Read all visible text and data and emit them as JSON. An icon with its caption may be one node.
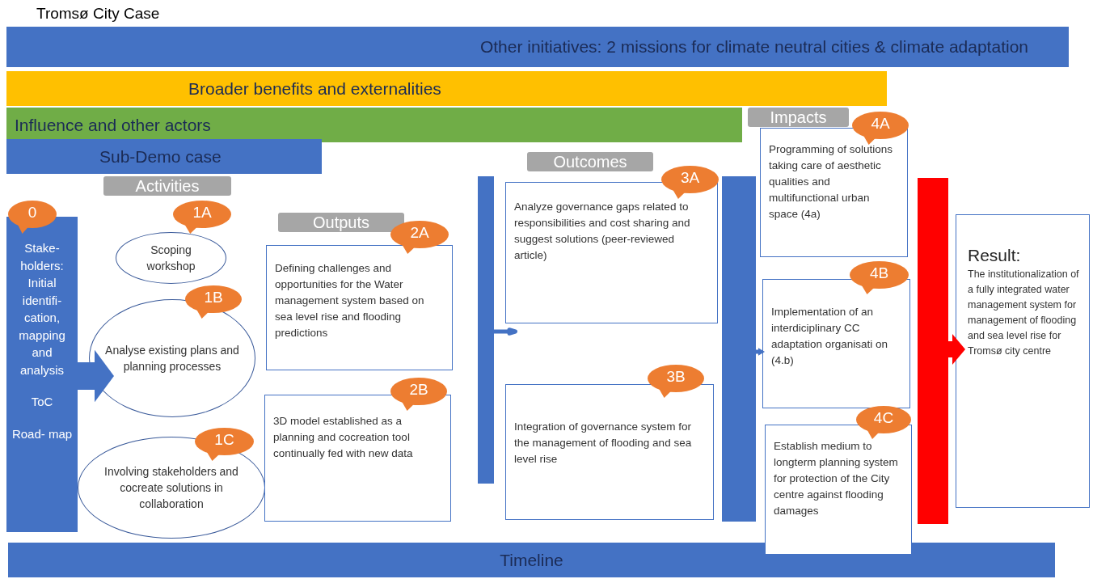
{
  "diagram": {
    "title": "Tromsø City Case",
    "nodes": [
      {
        "text": [
          "Other initiatives: 2 missions for climate neutral cities & climate adaptation"
        ]
      },
      {
        "text": [
          "Broader benefits and externalities"
        ]
      },
      {
        "text": [
          "Influence and other actors"
        ]
      },
      {
        "text": [
          "Sub-Demo case"
        ]
      },
      {
        "text": [
          "Activities"
        ]
      },
      {
        "text": [
          "Outputs"
        ]
      },
      {
        "text": [
          "Outcomes"
        ]
      },
      {
        "text": [
          "Impacts"
        ]
      },
      {
        "text": [
          "0"
        ]
      },
      {
        "text": [
          "Stake- holders: Initial identifi- cation, mapping and analysis",
          "ToC",
          "Road- map"
        ]
      },
      {
        "text": [
          "1A"
        ]
      },
      {
        "text": [
          "Scoping workshop"
        ]
      },
      {
        "text": [
          "1B"
        ]
      },
      {
        "text": [
          "Analyse existing plans and planning processes"
        ]
      },
      {
        "text": [
          "1C"
        ]
      },
      {
        "text": [
          "Involving stakeholders and cocreate solutions in collaboration"
        ]
      },
      {
        "text": [
          "2A"
        ]
      },
      {
        "text": [
          "Defining challenges and opportunities for the Water management system based on sea level rise and flooding predictions"
        ]
      },
      {
        "text": [
          "2B"
        ]
      },
      {
        "text": [
          "3D model  established as a planning and cocreation tool  continually fed with new data"
        ]
      },
      {
        "text": [],
        "shape": "bar"
      },
      {
        "text": [
          "3A"
        ]
      },
      {
        "text": [
          "Analyze governance gaps related to responsibilities and cost sharing and suggest solutions (peer-reviewed article)"
        ]
      },
      {
        "text": [
          "3B"
        ]
      },
      {
        "text": [
          "Integration of governance system for the management of flooding and sea level rise"
        ]
      },
      {
        "text": [],
        "shape": "bar"
      },
      {
        "text": [
          "4A"
        ]
      },
      {
        "text": [
          "Programming of solutions taking care of aesthetic qualities and multifunctional urban space (4a)"
        ]
      },
      {
        "text": [
          "4B"
        ]
      },
      {
        "text": [
          "Implementation of an interdiciplinary CC adaptation organisati on  (4.b)"
        ]
      },
      {
        "text": [
          "4C"
        ]
      },
      {
        "text": [
          "Establish medium to longterm planning system for protection of the City centre against flooding  damages"
        ]
      },
      {
        "text": [],
        "shape": "bar"
      },
      {
        "text": [
          "Result:",
          "The institutionalization of a fully integrated water management system for management of flooding and sea level rise for Tromsø city centre"
        ]
      },
      {
        "text": [
          "Timeline"
        ]
      }
    ],
    "edges": [
      {
        "from": 9,
        "to": 13,
        "arrow": "to",
        "style": "thick"
      },
      {
        "from": 20,
        "to": null,
        "arrow": "to"
      },
      {
        "from": 25,
        "to": 29,
        "arrow": "to"
      },
      {
        "from": 32,
        "to": 33,
        "arrow": "to",
        "style": "thick",
        "color": "#ff0000"
      }
    ]
  }
}
